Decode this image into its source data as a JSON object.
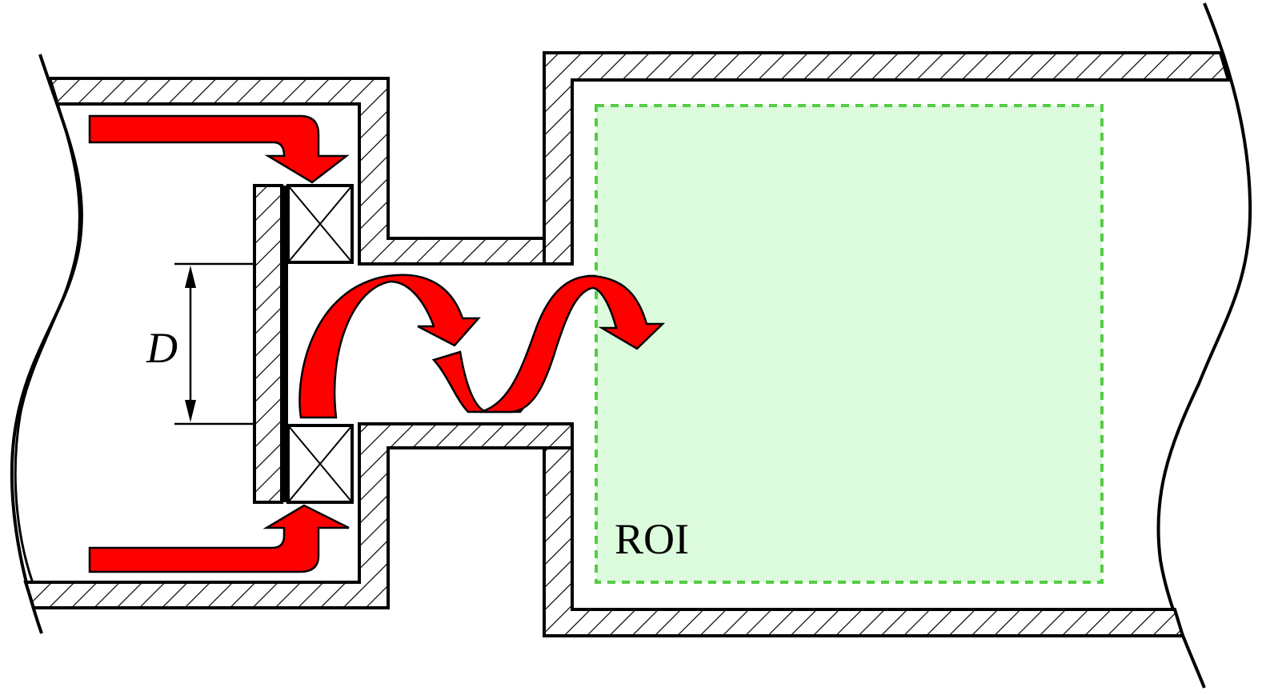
{
  "labels": {
    "diameter": "D",
    "region": "ROI"
  },
  "colors": {
    "wall": "#000000",
    "arrow": "#ff0000",
    "roi_fill": "#dcfadc",
    "roi_border": "#55cc44",
    "background": "#ffffff"
  },
  "icons": {
    "inlet_arrow": "curved-red-arrow",
    "swirl_arrow": "helical-red-arrow",
    "swirler_vane": "crossed-box"
  }
}
